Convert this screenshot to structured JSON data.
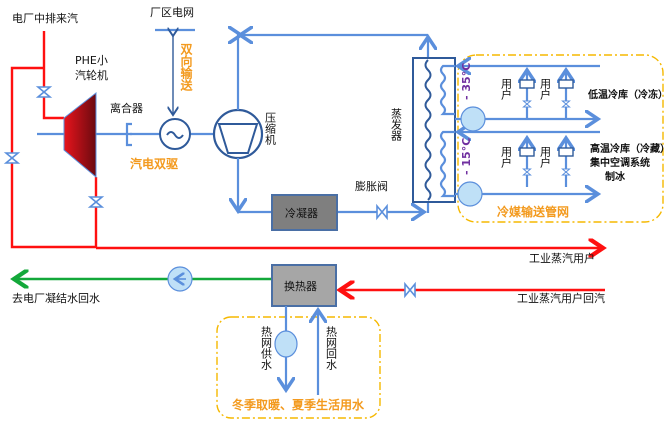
{
  "labels": {
    "steam_source": "电厂中排来汽",
    "grid": "厂区电网",
    "bidirectional": "双向输送",
    "turbine_1": "PHE小",
    "turbine_2": "汽轮机",
    "clutch": "离合器",
    "dual_drive": "汽电双驱",
    "compressor": "压缩机",
    "evaporator": "蒸发器",
    "expansion_valve": "膨胀阀",
    "condenser": "冷凝器",
    "temp_low": "- 35°C",
    "temp_high": "- 15°C",
    "user": "用户",
    "low_temp_store": "低温冷库（冷冻）",
    "high_temp_store": "高温冷库（冷藏）",
    "central_ac": "集中空调系统",
    "ice": "制冰",
    "refrigerant_network": "冷媒输送管网",
    "industrial_steam_users": "工业蒸汽用户",
    "heat_exchanger": "换热器",
    "condensate_return": "去电厂凝结水回水",
    "industrial_steam_return": "工业蒸汽用户回汽",
    "heat_supply": "热网供水",
    "heat_return": "热网回水",
    "heating_use": "冬季取暖、夏季生活用水"
  },
  "colors": {
    "steam": "#ff1010",
    "refrigerant": "#5b8fdc",
    "condensate": "#13a83a",
    "highlight_text": "#f39a1e",
    "temperature_text": "#7030a0"
  }
}
